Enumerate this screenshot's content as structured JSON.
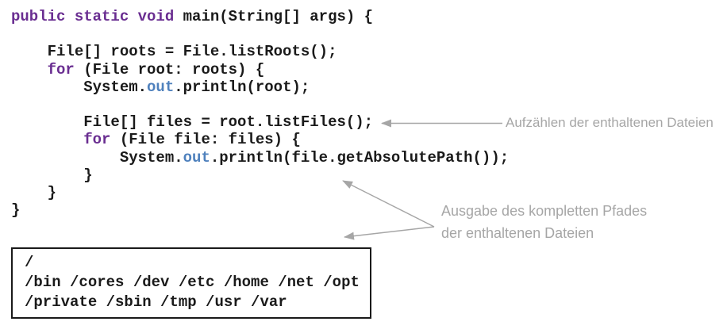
{
  "colors": {
    "background": "#ffffff",
    "code_text": "#1a1a1a",
    "keyword": "#6A2E91",
    "field": "#4F81BD",
    "annotation_gray": "#A6A6A6",
    "box_border": "#1a1a1a"
  },
  "code": {
    "lines": [
      {
        "segs": [
          {
            "text": "public static void ",
            "type": "keyword"
          },
          {
            "text": "main(String[] args) {",
            "type": "plain"
          }
        ]
      },
      {
        "segs": []
      },
      {
        "segs": [
          {
            "text": "    File[] roots = File.listRoots();",
            "type": "plain"
          }
        ]
      },
      {
        "segs": [
          {
            "text": "    ",
            "type": "plain"
          },
          {
            "text": "for",
            "type": "keyword"
          },
          {
            "text": " (File root: roots) {",
            "type": "plain"
          }
        ]
      },
      {
        "segs": [
          {
            "text": "        System.",
            "type": "plain"
          },
          {
            "text": "out",
            "type": "field"
          },
          {
            "text": ".println(root);",
            "type": "plain"
          }
        ]
      },
      {
        "segs": []
      },
      {
        "segs": [
          {
            "text": "        File[] files = root.listFiles();",
            "type": "plain"
          }
        ]
      },
      {
        "segs": [
          {
            "text": "        ",
            "type": "plain"
          },
          {
            "text": "for",
            "type": "keyword"
          },
          {
            "text": " (File file: files) {",
            "type": "plain"
          }
        ]
      },
      {
        "segs": [
          {
            "text": "            System.",
            "type": "plain"
          },
          {
            "text": "out",
            "type": "field"
          },
          {
            "text": ".println(file.getAbsolutePath());",
            "type": "plain"
          }
        ]
      },
      {
        "segs": [
          {
            "text": "        }",
            "type": "plain"
          }
        ]
      },
      {
        "segs": [
          {
            "text": "    }",
            "type": "plain"
          }
        ]
      },
      {
        "segs": [
          {
            "text": "}",
            "type": "plain"
          }
        ]
      }
    ]
  },
  "annotations": {
    "enumerate": {
      "text": "Aufzählen der enthaltenen Dateien"
    },
    "output_path": {
      "line1": "Ausgabe des kompletten Pfades",
      "line2": "der enthaltenen Dateien"
    }
  },
  "output_box": {
    "lines": [
      "/",
      "/bin /cores /dev /etc /home /net /opt",
      "/private /sbin /tmp /usr /var"
    ]
  }
}
